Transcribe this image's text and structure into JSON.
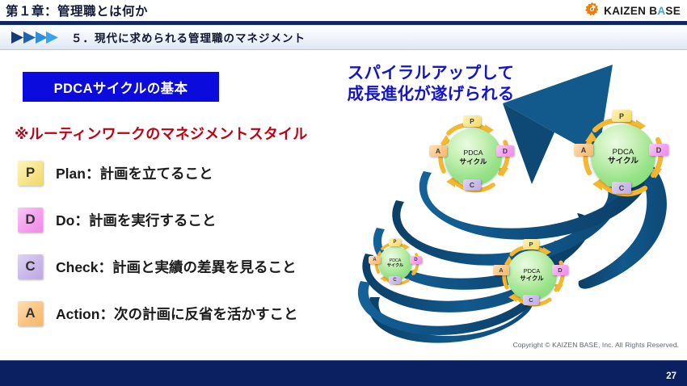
{
  "header": {
    "chapter_title": "第１章：管理職とは何か",
    "section_number_title": "５．現代に求められる管理職のマネジメント",
    "logo": {
      "icon": "gear-sun-icon",
      "text_k": "KAIZEN",
      "text_b": "B",
      "text_a": "A",
      "text_se": "SE",
      "icon_color": "#F07800",
      "accent_color": "#3AA6E0"
    }
  },
  "left_panel": {
    "heading": "PDCAサイクルの基本",
    "heading_bg": "#0B0BDD",
    "note": "※ルーティンワークのマネジメントスタイル",
    "note_color": "#C00014",
    "items": [
      {
        "letter": "P",
        "text": "Plan：計画を立てること",
        "color": "#F7E58A"
      },
      {
        "letter": "D",
        "text": "Do：計画を実行すること",
        "color": "#F4A0EF"
      },
      {
        "letter": "C",
        "text": "Check：計画と実績の差異を見ること",
        "color": "#C9B8EA"
      },
      {
        "letter": "A",
        "text": "Action：次の計画に反省を活かすこと",
        "color": "#F9C481"
      }
    ]
  },
  "right_panel": {
    "hero_line1": "スパイラルアップして",
    "hero_line2": "成長進化が遂げられる",
    "hero_color": "#1414C8",
    "spiral_color_dark": "#0E456F",
    "spiral_color_mid": "#11588C",
    "spiral_color_light": "#1E6FA8",
    "arrow_color": "#12598C",
    "cycles": [
      {
        "id": "cycle-small-bottom-left",
        "sphere_line1": "PDCA",
        "sphere_line2": "サイクル",
        "chips": {
          "p": "P",
          "d": "D",
          "c": "C",
          "a": "A"
        }
      },
      {
        "id": "cycle-medium-bottom-center",
        "sphere_line1": "PDCA",
        "sphere_line2": "サイクル",
        "chips": {
          "p": "P",
          "d": "D",
          "c": "C",
          "a": "A"
        }
      },
      {
        "id": "cycle-large-top-left",
        "sphere_line1": "PDCA",
        "sphere_line2": "サイクル",
        "chips": {
          "p": "P",
          "d": "D",
          "c": "C",
          "a": "A"
        }
      },
      {
        "id": "cycle-largest-top-right",
        "sphere_line1": "PDCA",
        "sphere_line2": "サイクル",
        "chips": {
          "p": "P",
          "d": "D",
          "c": "C",
          "a": "A"
        }
      }
    ]
  },
  "footer": {
    "copyright": "Copyright ©  KAIZEN BASE, Inc.  All Rights Reserved.",
    "page_number": "27",
    "bar_color": "#0A2060"
  }
}
